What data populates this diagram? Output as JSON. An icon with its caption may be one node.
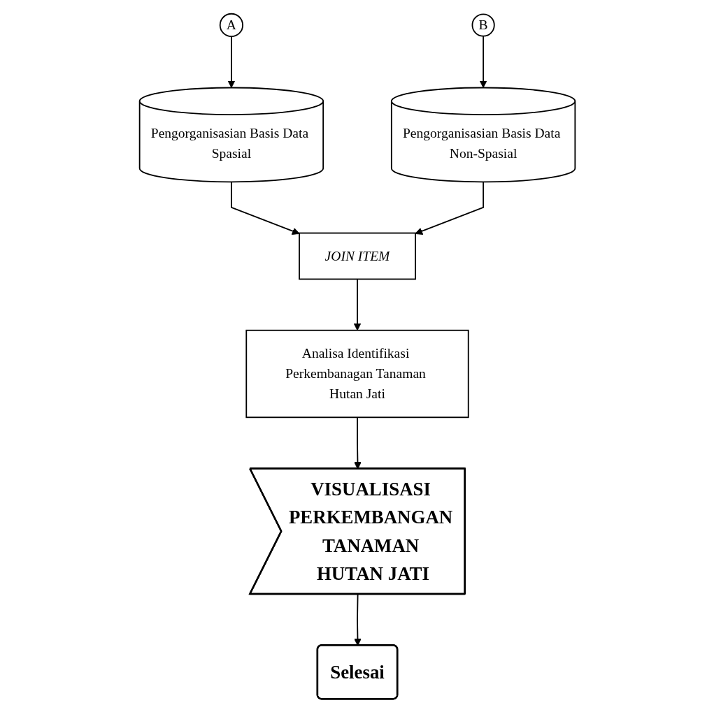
{
  "diagram": {
    "nodes": [
      {
        "text": [
          "A"
        ]
      },
      {
        "text": [
          "B"
        ]
      },
      {
        "text": [
          "Pengorganisasian Basis Data Spasial"
        ]
      },
      {
        "text": [
          "Pengorganisasian Basis Data Non-Spasial"
        ]
      },
      {
        "text": [
          "JOIN ITEM"
        ]
      },
      {
        "text": [
          "Analisa Identifikasi Perkembanagan Tanaman Hutan Jati"
        ]
      },
      {
        "text": [
          "VISUALISASI PERKEMBANGAN TANAMAN HUTAN JATI"
        ]
      },
      {
        "text": [
          "Selesai"
        ]
      }
    ],
    "edges": [
      {
        "from": 0,
        "to": 2,
        "arrow": "to"
      },
      {
        "from": 1,
        "to": 3,
        "arrow": "to"
      },
      {
        "from": 2,
        "to": 4,
        "arrow": "to"
      },
      {
        "from": 3,
        "to": 4,
        "arrow": "to"
      },
      {
        "from": 4,
        "to": 5,
        "arrow": "to"
      },
      {
        "from": 5,
        "to": 6,
        "arrow": "to"
      },
      {
        "from": 6,
        "to": 7,
        "arrow": "to"
      }
    ]
  }
}
